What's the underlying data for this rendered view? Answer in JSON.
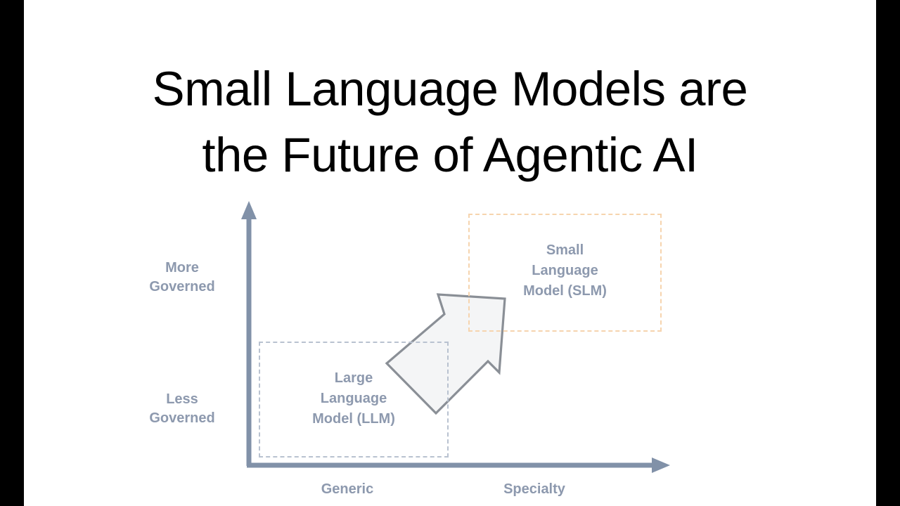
{
  "slide": {
    "background_color": "#ffffff",
    "letterbox_color": "#000000",
    "title": {
      "lines": [
        "Small Language Models are",
        "the Future of Agentic AI"
      ],
      "color": "#000000"
    }
  },
  "chart_data": {
    "type": "scatter",
    "title": "Small Language Models are the Future of Agentic AI",
    "xlabel": "",
    "ylabel": "",
    "grid": false,
    "legend": "none",
    "axes": {
      "x": {
        "tick_labels": [
          "Generic",
          "Specialty"
        ],
        "direction": "left-to-right",
        "arrow": true,
        "color": "#8191a8"
      },
      "y": {
        "tick_labels": [
          "Less Governed",
          "More Governed"
        ],
        "direction": "bottom-to-top",
        "arrow": true,
        "color": "#8191a8"
      }
    },
    "regions": [
      {
        "id": "llm",
        "label": "Large\nLanguage\nModel (LLM)",
        "label_lines": [
          "Large",
          "Language",
          "Model (LLM)"
        ],
        "x_zone": "Generic",
        "y_zone": "Less Governed",
        "border_style": "dashed",
        "border_color": "#b9c2d0",
        "text_color": "#8d99ae"
      },
      {
        "id": "slm",
        "label": "Small\nLanguage\nModel (SLM)",
        "label_lines": [
          "Small",
          "Language",
          "Model (SLM)"
        ],
        "x_zone": "Specialty",
        "y_zone": "More Governed",
        "border_style": "dashed",
        "border_color": "#f6d4ae",
        "text_color": "#8d99ae"
      }
    ],
    "annotations": [
      {
        "id": "shift-arrow",
        "type": "block-arrow",
        "direction": "up-right",
        "from_region": "llm",
        "to_region": "slm",
        "fill": "#f4f5f6",
        "stroke": "#8a8f96"
      }
    ]
  },
  "diagram": {
    "y_axis": {
      "top_label": "More\nGoverned",
      "top_label_lines": [
        "More",
        "Governed"
      ],
      "bottom_label": "Less\nGoverned",
      "bottom_label_lines": [
        "Less",
        "Governed"
      ]
    },
    "x_axis": {
      "left_label": "Generic",
      "right_label": "Specialty"
    },
    "boxes": {
      "slm": {
        "label": "Small\nLanguage\nModel (SLM)",
        "border_color": "#f6d4ae"
      },
      "llm": {
        "label": "Large\nLanguage\nModel (LLM)",
        "border_color": "#b9c2d0"
      }
    },
    "arrow": {
      "name": "transition-arrow",
      "fill_color": "#f4f5f6",
      "stroke_color": "#8a8f96"
    },
    "colors": {
      "axis": "#8191a8",
      "label_text": "#8d99ae"
    }
  }
}
